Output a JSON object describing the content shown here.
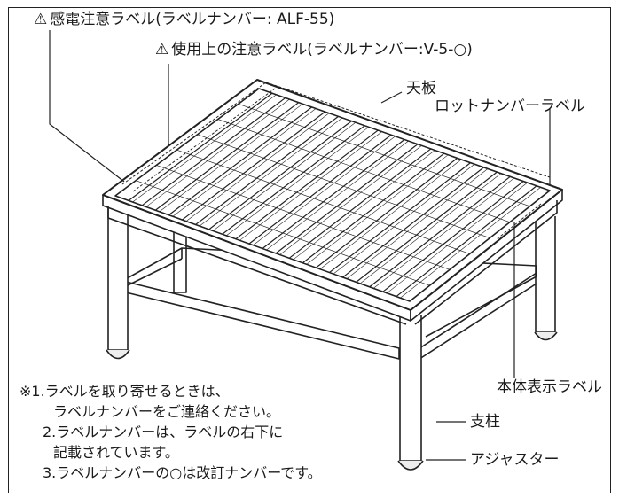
{
  "warning_symbol": "⚠",
  "labels": {
    "electric_warning": "感電注意ラベル(ラベルナンバー: ALF-55)",
    "usage_warning": "使用上の注意ラベル(ラベルナンバー:V-5-○)",
    "top_plate": "天板",
    "lot_number": "ロットナンバーラベル",
    "body_display": "本体表示ラベル",
    "pillar": "支柱",
    "adjuster": "アジャスター"
  },
  "notes": [
    "※1.ラベルを取り寄せるときは、",
    "ラベルナンバーをご連絡ください。",
    "2.ラベルナンバーは、ラベルの右下に",
    "記載されています。",
    "3.ラベルナンバーの○は改訂ナンバーです。"
  ]
}
